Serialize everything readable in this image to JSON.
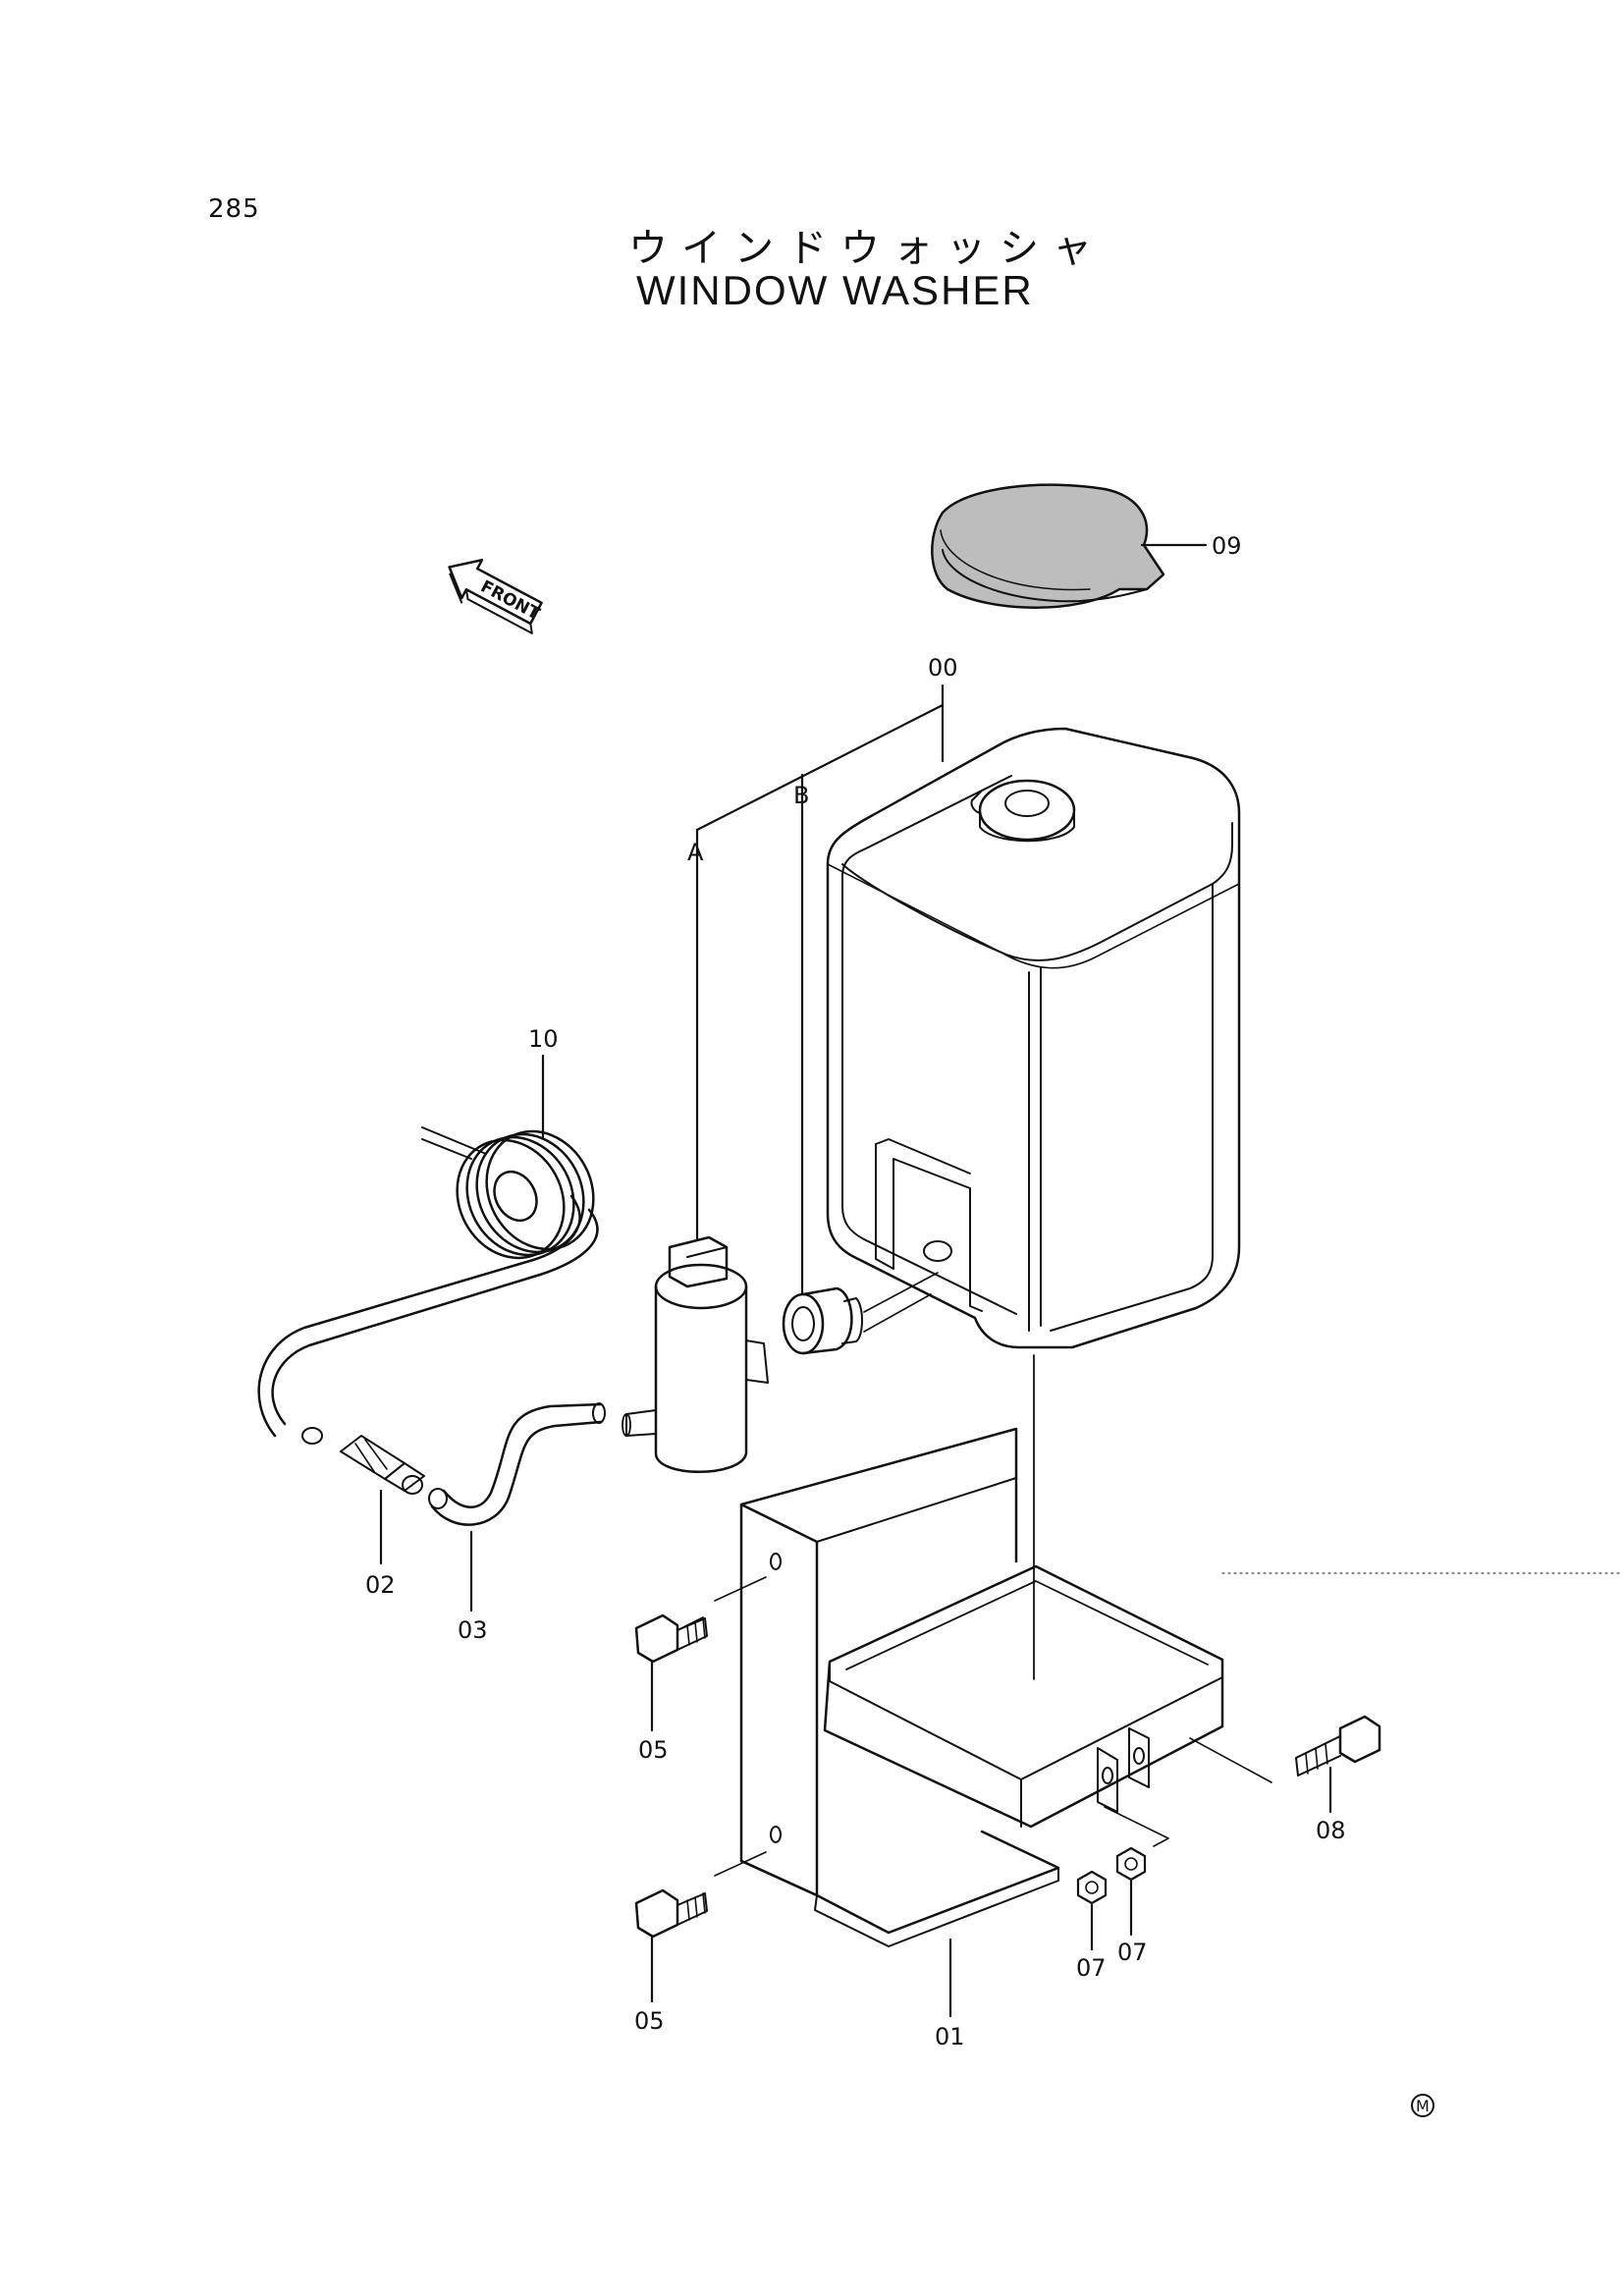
{
  "header": {
    "page_number": "285",
    "title_jp": "ウインドウォッシャ",
    "title_en": "WINDOW WASHER"
  },
  "orientation": {
    "label": "FRONT",
    "icon": "front-arrow-icon"
  },
  "references": {
    "a": "A",
    "b": "B"
  },
  "parts": {
    "p00": "00",
    "p01": "01",
    "p02": "02",
    "p03": "03",
    "p05_upper": "05",
    "p05_lower": "05",
    "p07_left": "07",
    "p07_right": "07",
    "p08": "08",
    "p09": "09",
    "p10": "10"
  },
  "mark": {
    "symbol": "M",
    "icon": "circled-m-mark"
  },
  "colors": {
    "ink": "#111111",
    "cover_fill": "#a9a9a9",
    "paper": "#ffffff"
  }
}
